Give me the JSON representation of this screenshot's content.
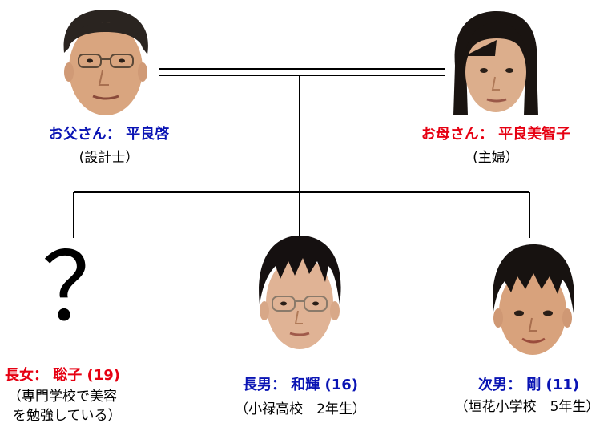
{
  "colors": {
    "blue": "#0a14b4",
    "red": "#e60012",
    "skin": "#dcae8c",
    "hair_dark": "#1a1411"
  },
  "father": {
    "name": "お父さん： 平良啓",
    "occupation": "(設計士）",
    "name_color": "#0a14b4",
    "icon": "father-face-photo"
  },
  "mother": {
    "name": "お母さん： 平良美智子",
    "occupation": "(主婦）",
    "name_color": "#e60012",
    "icon": "mother-face-photo"
  },
  "children": [
    {
      "name": "長女： 聡子 (19)",
      "note_line1": "（専門学校で美容",
      "note_line2": "を勉強している）",
      "name_color": "#e60012",
      "placeholder": "？",
      "icon": "question-mark"
    },
    {
      "name": "長男： 和輝 (16)",
      "note_line1": "（小禄高校　2年生）",
      "name_color": "#0a14b4",
      "icon": "eldest-son-face-photo"
    },
    {
      "name": "次男： 剛 (11)",
      "note_line1": "（垣花小学校　5年生）",
      "name_color": "#0a14b4",
      "icon": "younger-son-face-photo"
    }
  ]
}
